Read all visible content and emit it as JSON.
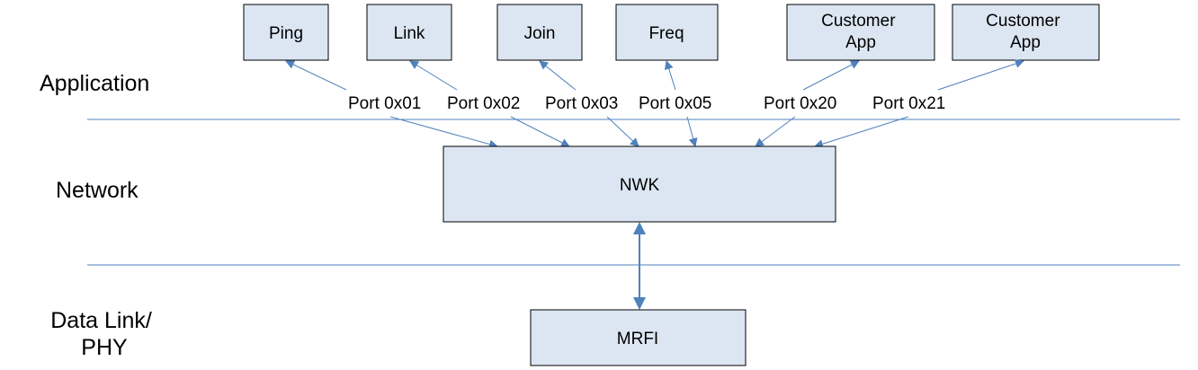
{
  "colors": {
    "box_fill": "#dce6f2",
    "box_stroke": "#000000",
    "line": "#4f81bd",
    "arrow": "#4f81bd",
    "text": "#000000"
  },
  "layers": {
    "application": "Application",
    "network": "Network",
    "data_link_line1": "Data Link/",
    "data_link_line2": "PHY"
  },
  "apps": [
    {
      "lines": [
        "Ping"
      ]
    },
    {
      "lines": [
        "Link"
      ]
    },
    {
      "lines": [
        "Join"
      ]
    },
    {
      "lines": [
        "Freq"
      ]
    },
    {
      "lines": [
        "Customer",
        "App"
      ]
    },
    {
      "lines": [
        "Customer",
        "App"
      ]
    }
  ],
  "ports": [
    "Port 0x01",
    "Port 0x02",
    "Port 0x03",
    "Port 0x05",
    "Port 0x20",
    "Port 0x21"
  ],
  "nwk": {
    "label": "NWK"
  },
  "mrfi": {
    "label": "MRFI"
  }
}
